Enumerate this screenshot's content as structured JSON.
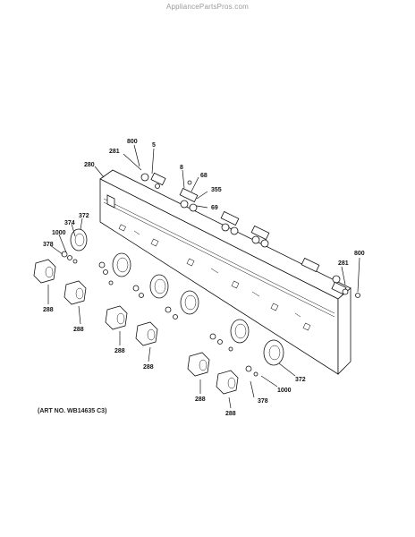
{
  "header": {
    "watermark": "AppliancePartsPros.com"
  },
  "diagram": {
    "art_number": "(ART NO. WB14635 C3)",
    "callouts": {
      "c800a": "800",
      "c5": "5",
      "c281a": "281",
      "c280": "280",
      "c8": "8",
      "c68": "68",
      "c355": "355",
      "c69": "69",
      "c372a": "372",
      "c374": "374",
      "c1000a": "1000",
      "c378a": "378",
      "c288a": "288",
      "c288b": "288",
      "c288c": "288",
      "c288d": "288",
      "c288e": "288",
      "c288f": "288",
      "c800b": "800",
      "c281b": "281",
      "c372b": "372",
      "c1000b": "1000",
      "c378b": "378"
    }
  }
}
